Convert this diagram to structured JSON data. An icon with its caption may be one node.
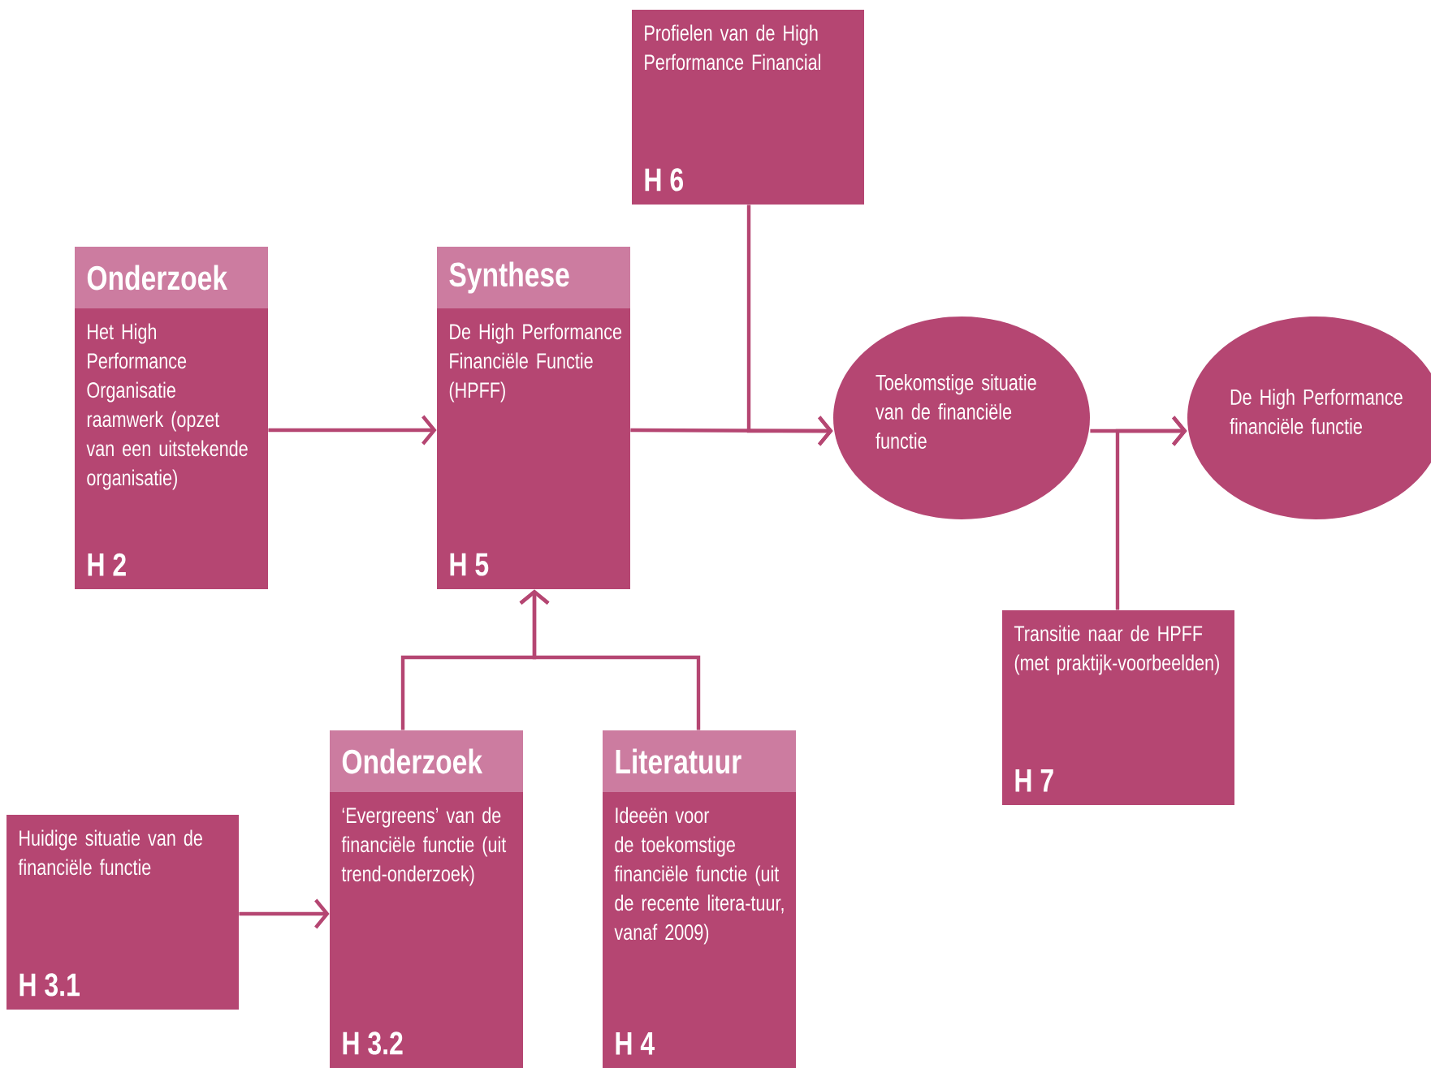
{
  "diagram": {
    "nodes": [
      {
        "text": [
          "Onderzoek",
          "Het High Performance Organisatie raamwerk (opzet van een uitstekende organisatie)",
          "H 2"
        ]
      },
      {
        "text": [
          "Synthese",
          "De High Performance Financiële Functie (HPFF)",
          "H 5"
        ]
      },
      {
        "text": [
          "Profielen van de High Performance Financial",
          "H 6"
        ]
      },
      {
        "text": [
          "Toekomstige situatie van de financiële functie"
        ]
      },
      {
        "text": [
          "De High Performance financiële functie"
        ]
      },
      {
        "text": [
          "Huidige situatie van de financiële functie",
          "H 3.1"
        ]
      },
      {
        "text": [
          "Onderzoek",
          "‘Evergreens’ van de financiële functie (uit trend-onderzoek)",
          "H 3.2"
        ]
      },
      {
        "text": [
          "Literatuur",
          "Ideeën voor de toekomstige financiële functie (uit de recente litera-tuur, vanaf 2009)",
          "H 4"
        ]
      },
      {
        "text": [
          "Transitie naar de HPFF (met praktijk-voorbeelden)",
          "H 7"
        ]
      }
    ],
    "edges": [
      {
        "from": 0,
        "to": 1,
        "arrow": "to"
      },
      {
        "from": 1,
        "to": 3,
        "arrow": "to"
      },
      {
        "from": 2,
        "to": 3,
        "arrow": "to"
      },
      {
        "from": 3,
        "to": 4,
        "arrow": "to"
      },
      {
        "from": 8,
        "to": 4,
        "arrow": "to"
      },
      {
        "from": 5,
        "to": 6,
        "arrow": "to"
      },
      {
        "from": 6,
        "to": 1,
        "arrow": "to"
      },
      {
        "from": 7,
        "to": 1,
        "arrow": "to"
      }
    ]
  }
}
